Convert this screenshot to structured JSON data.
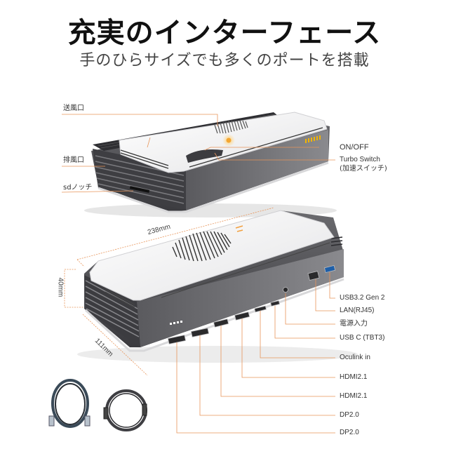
{
  "header": {
    "title": "充実のインターフェース",
    "subtitle": "手のひらサイズでも多くのポートを搭載"
  },
  "top_device": {
    "left_callouts": [
      {
        "label": "送風口"
      },
      {
        "label": "排風口"
      },
      {
        "label": "sdノッチ"
      }
    ],
    "right_callouts": [
      {
        "label": "ON/OFF"
      },
      {
        "label": "Turbo Switch"
      },
      {
        "label": "(加速スイッチ)"
      }
    ]
  },
  "dimensions": {
    "length": "238mm",
    "height": "40mm",
    "width": "111mm"
  },
  "ports": [
    {
      "label": "USB3.2 Gen 2"
    },
    {
      "label": "LAN(RJ45)"
    },
    {
      "label": "電源入力"
    },
    {
      "label": "USB C (TBT3)"
    },
    {
      "label": "Oculink in"
    },
    {
      "label": "HDMI2.1"
    },
    {
      "label": "HDMI2.1"
    },
    {
      "label": "DP2.0"
    },
    {
      "label": "DP2.0"
    }
  ],
  "accessories": [
    {
      "name": "lan-cable"
    },
    {
      "name": "hdmi-cable"
    }
  ],
  "colors": {
    "accent_orange": "#e8955a",
    "body_dark": "#4a4a4e",
    "shell_white": "#f2f2f2",
    "led_yellow": "#f2b400"
  }
}
